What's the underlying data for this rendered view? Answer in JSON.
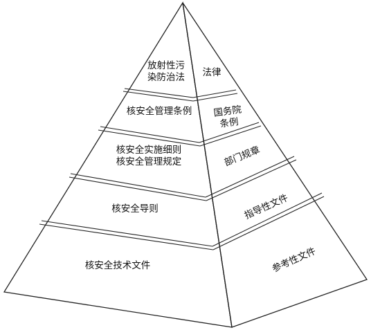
{
  "diagram": {
    "layers": [
      {
        "front": [
          "放射性污",
          "染防治法"
        ],
        "side": [
          "法律"
        ]
      },
      {
        "front": [
          "核安全管理条例"
        ],
        "side": [
          "国务院",
          "条例"
        ]
      },
      {
        "front": [
          "核安全实施细则",
          "核安全管理规定"
        ],
        "side": [
          "部门规章"
        ]
      },
      {
        "front": [
          "核安全导则"
        ],
        "side": [
          "指导性文件"
        ]
      },
      {
        "front": [
          "核安全技术文件"
        ],
        "side": [
          "参考性文件"
        ]
      }
    ]
  }
}
